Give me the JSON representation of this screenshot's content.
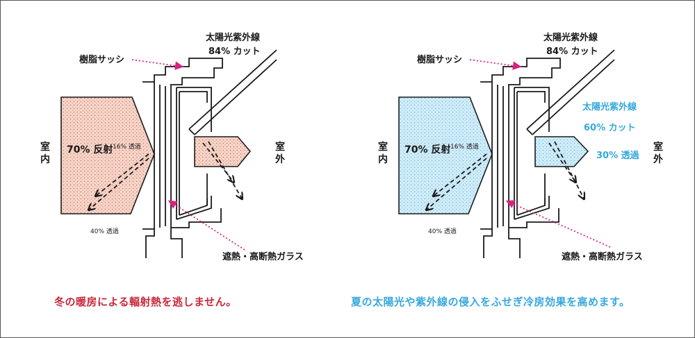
{
  "colors": {
    "winter_accent": "#c8283a",
    "summer_accent": "#36a8de",
    "winter_fill": "#f2cdb9",
    "summer_fill": "#cfeaf6",
    "sash_arrow": "#d6247e",
    "ink": "#1a1a1a"
  },
  "left_panel": {
    "label_sash": "樹脂サッシ",
    "label_sun_line1": "太陽光紫外線",
    "label_sun_line2": "84% カット",
    "label_indoor": "室内",
    "label_outdoor": "室外",
    "label_reflect": "70% 反射",
    "label_pass16": "16% 透過",
    "label_pass40": "40% 透過",
    "label_glass": "遮熱・高断熱ガラス",
    "caption": "冬の暖房による輻射熱を逃しません。"
  },
  "right_panel": {
    "label_sash": "樹脂サッシ",
    "label_sun_line1": "太陽光紫外線",
    "label_sun_line2": "84% カット",
    "label_indoor": "室内",
    "label_outdoor": "室外",
    "label_reflect": "70% 反射",
    "label_pass16": "16% 透過",
    "label_pass40": "40% 透過",
    "label_glass": "遮熱・高断熱ガラス",
    "label_uv_line1": "太陽光紫外線",
    "label_uv_line2": "60% カット",
    "label_pass30": "30% 透過",
    "caption": "夏の太陽光や紫外線の侵入をふせぎ冷房効果を高めます。"
  }
}
